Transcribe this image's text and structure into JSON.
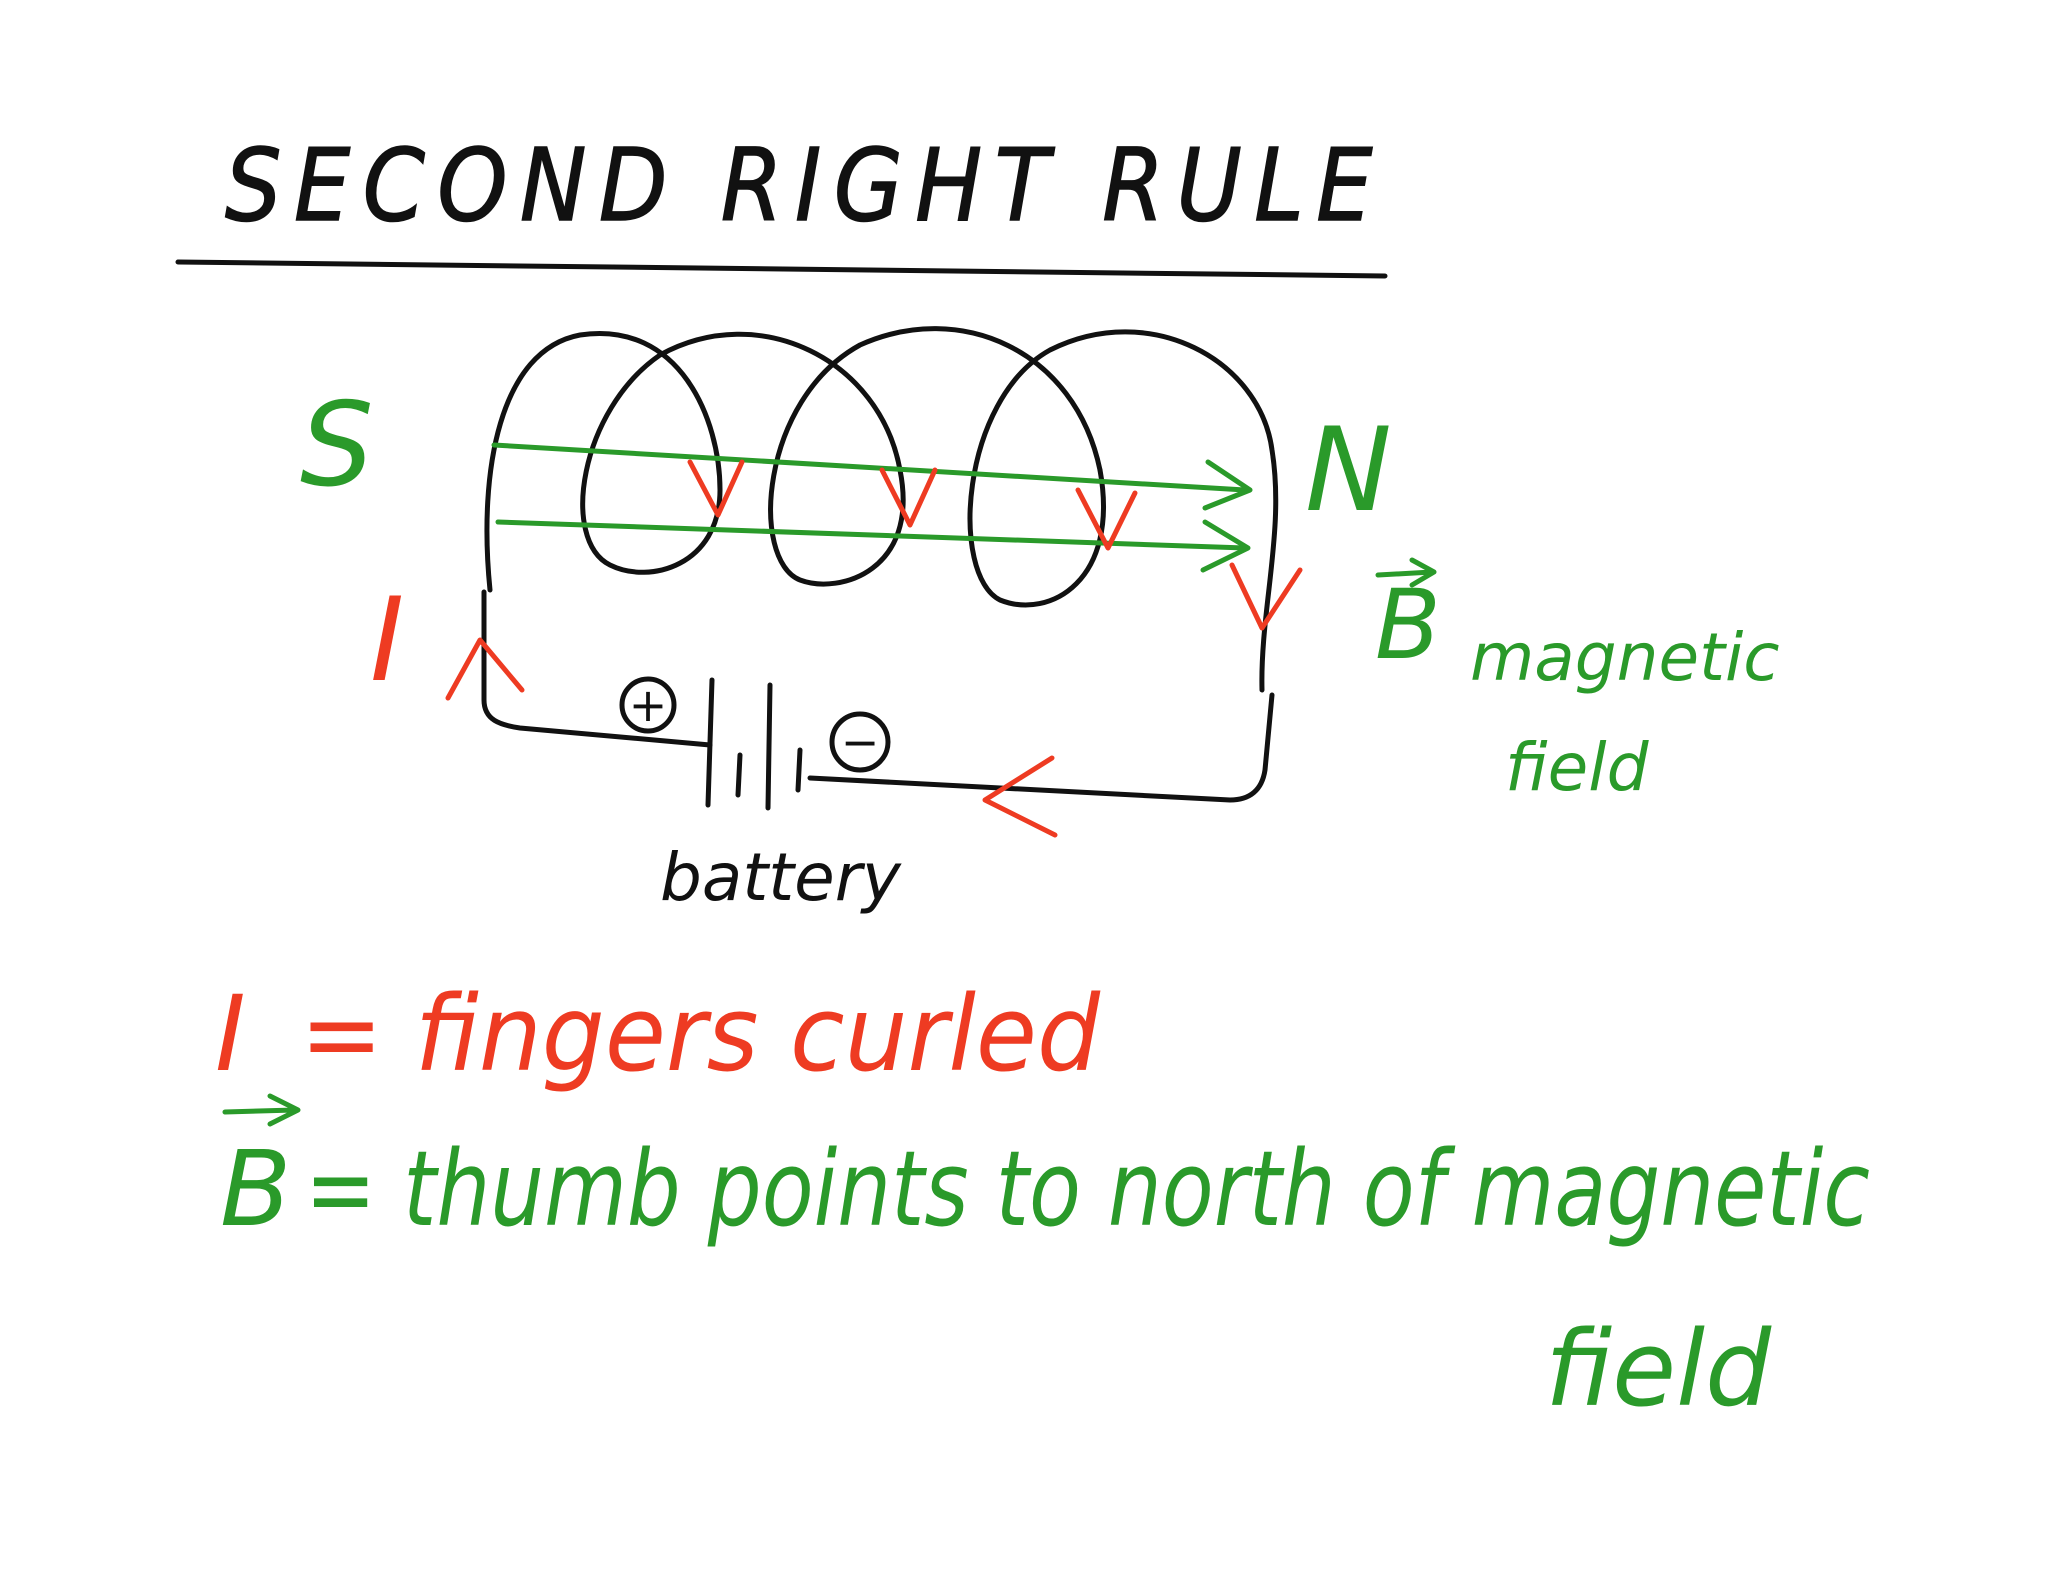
{
  "title": "SECOND RIGHT RULE",
  "labels": {
    "south": "S",
    "north": "N",
    "current": "I",
    "plus": "+",
    "minus": "−",
    "battery": "battery",
    "b_vector": "B",
    "b_magnetic": "magnetic",
    "b_field": "field"
  },
  "notes": {
    "current_rule_symbol": "I",
    "current_rule_text": "= fingers curled",
    "field_rule_symbol": "B",
    "field_rule_text": "= thumb points to north of magnetic",
    "field_rule_text_2": "field"
  },
  "colors": {
    "ink": "#111111",
    "current": "#ee3b22",
    "field": "#2a9a2a"
  }
}
